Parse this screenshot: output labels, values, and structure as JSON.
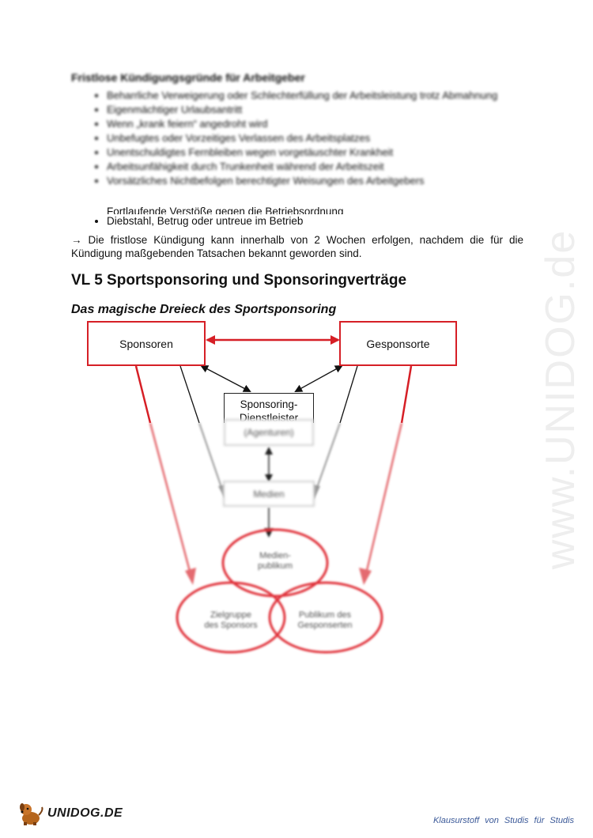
{
  "reasons_section": {
    "heading": "Fristlose Kündigungsgründe für Arbeitgeber",
    "items": [
      "Beharrliche Verweigerung oder Schlechterfüllung der Arbeitsleistung trotz Abmahnung",
      "Eigenmächtiger Urlaubsantritt",
      "Wenn „krank feiern“ angedroht wird",
      "Unbefugtes oder Vorzeitiges Verlassen des Arbeitsplatzes",
      "Unentschuldigtes Fernbleiben wegen vorgetäuschter Krankheit",
      "Arbeitsunfähigkeit durch Trunkenheit während der Arbeitszeit",
      "Vorsätzliches Nichtbefolgen berechtigter Weisungen des Arbeitgebers"
    ],
    "clear_items": [
      "Fortlaufende Verstöße gegen die Betriebsordnung",
      "Diebstahl, Betrug oder untreue im Betrieb"
    ],
    "note": "→ Die fristlose Kündigung kann innerhalb von 2 Wochen erfolgen, nachdem die für die Kündigung maßgebenden Tatsachen bekannt geworden sind."
  },
  "lecture": {
    "heading": "VL 5 Sportsponsoring und Sponsoringverträge",
    "diagram_title": "Das magische Dreieck des Sportsponsoring"
  },
  "diagram": {
    "sponsoren": "Sponsoren",
    "gesponsorte": "Gesponsorte",
    "dienstleister": "Sponsoring-Dienstleister",
    "agenturen": "(Agenturen)",
    "medien": "Medien",
    "medienpublikum_1": "Medien-",
    "medienpublikum_2": "publikum",
    "zielgruppe_1": "Zielgruppe",
    "zielgruppe_2": "des Sponsors",
    "publikum_1": "Publikum des",
    "publikum_2": "Gesponserten",
    "accent_red": "#d61f26"
  },
  "watermark": "www.UNIDOG.de",
  "footer": {
    "logo_text": "UNIDOG.DE",
    "slogan": "Klausurstoff von Studis für Studis"
  }
}
